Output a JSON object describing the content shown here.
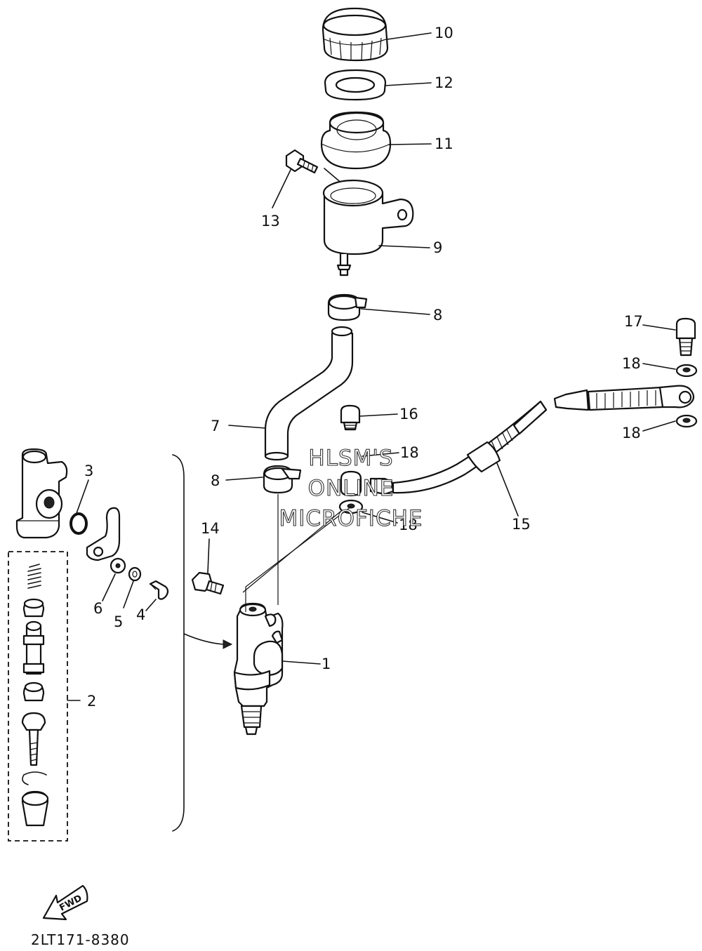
{
  "diagram": {
    "drawing_code": "2LT171-8380",
    "fwd_label": "FWD",
    "watermark": [
      "HLSM'S",
      "ONLINE",
      "MICROFICHE"
    ],
    "callouts": [
      {
        "id": "10",
        "text": "10"
      },
      {
        "id": "12",
        "text": "12"
      },
      {
        "id": "11",
        "text": "11"
      },
      {
        "id": "13",
        "text": "13"
      },
      {
        "id": "9",
        "text": "9"
      },
      {
        "id": "8a",
        "text": "8"
      },
      {
        "id": "17",
        "text": "17"
      },
      {
        "id": "18a",
        "text": "18"
      },
      {
        "id": "18b",
        "text": "18"
      },
      {
        "id": "16",
        "text": "16"
      },
      {
        "id": "18c",
        "text": "18"
      },
      {
        "id": "7",
        "text": "7"
      },
      {
        "id": "8b",
        "text": "8"
      },
      {
        "id": "3",
        "text": "3"
      },
      {
        "id": "18d",
        "text": "18"
      },
      {
        "id": "15",
        "text": "15"
      },
      {
        "id": "14",
        "text": "14"
      },
      {
        "id": "6",
        "text": "6"
      },
      {
        "id": "5",
        "text": "5"
      },
      {
        "id": "4",
        "text": "4"
      },
      {
        "id": "1",
        "text": "1"
      },
      {
        "id": "2",
        "text": "2"
      }
    ]
  }
}
